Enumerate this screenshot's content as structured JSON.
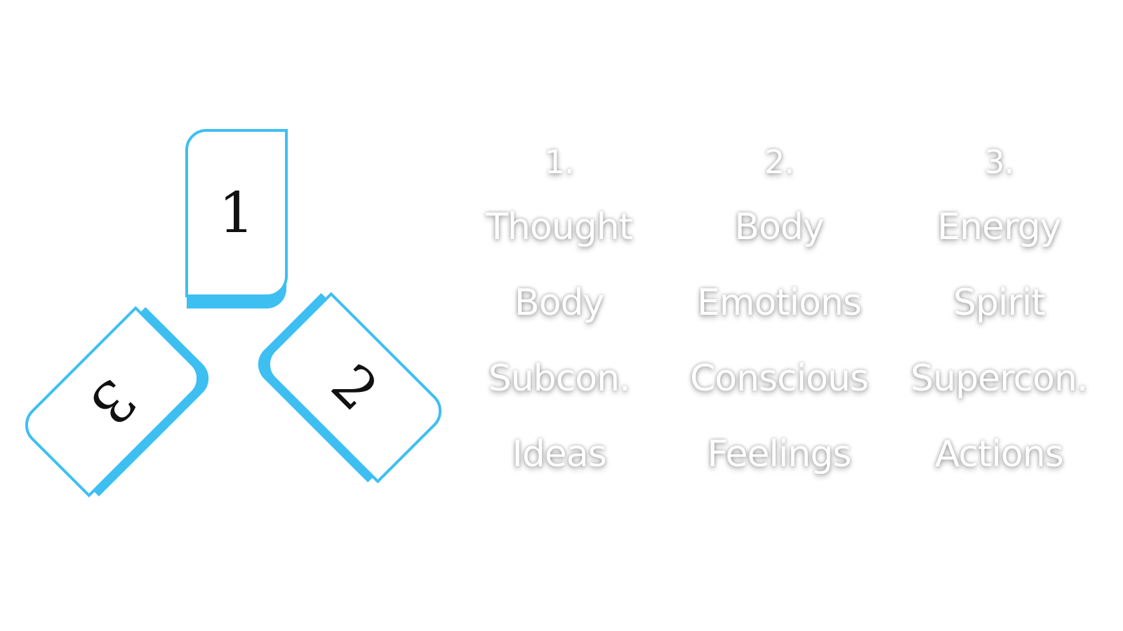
{
  "colors": {
    "accent": "#3dbff2"
  },
  "cards": {
    "one": "1",
    "two": "2",
    "three": "3"
  },
  "columns": [
    {
      "header": "1.",
      "items": [
        "Thought",
        "Body",
        "Subcon.",
        "Ideas"
      ]
    },
    {
      "header": "2.",
      "items": [
        "Body",
        "Emotions",
        "Conscious",
        "Feelings"
      ]
    },
    {
      "header": "3.",
      "items": [
        "Energy",
        "Spirit",
        "Supercon.",
        "Actions"
      ]
    }
  ]
}
